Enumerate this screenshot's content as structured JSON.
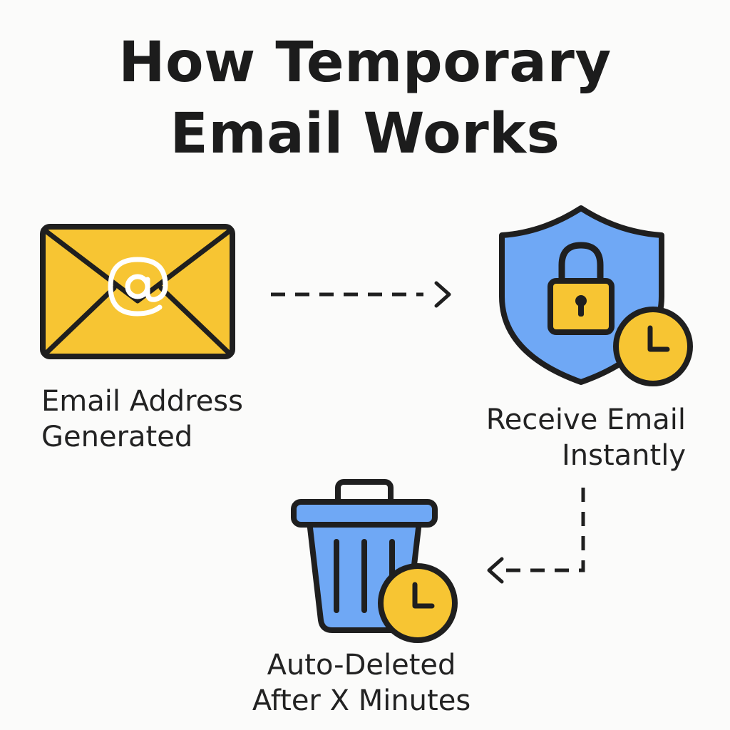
{
  "title": {
    "line1": "How Temporary",
    "line2": "Email Works"
  },
  "steps": [
    {
      "icon": "envelope-at-icon",
      "line1": "Email Address",
      "line2": "Generated"
    },
    {
      "icon": "shield-lock-clock-icon",
      "line1": "Receive Email",
      "line2": "Instantly"
    },
    {
      "icon": "trash-clock-icon",
      "line1": "Auto-Deleted",
      "line2": "After X Minutes"
    }
  ],
  "colors": {
    "background": "#fbfbfa",
    "yellow": "#f7c533",
    "blue": "#6fa8f5",
    "outline": "#1f1f1f",
    "at_sign": "#ffffff"
  }
}
